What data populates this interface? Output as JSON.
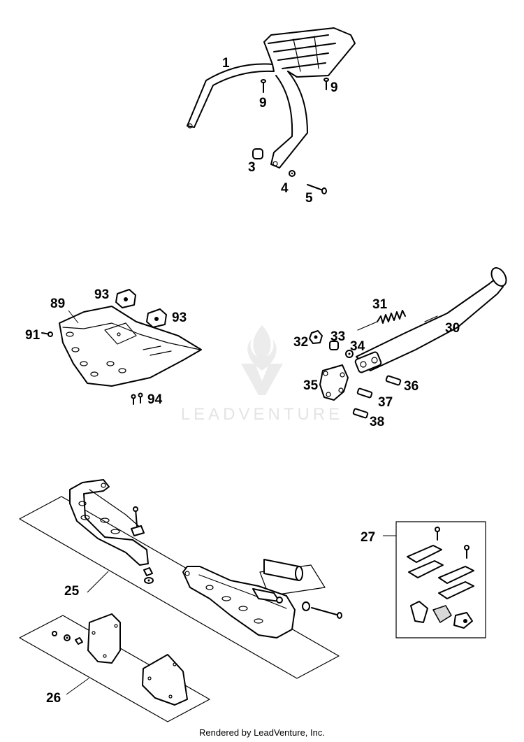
{
  "watermark": {
    "brand": "LEADVENTURE"
  },
  "footer": {
    "text": "Rendered by LeadVenture, Inc."
  },
  "callouts": {
    "c1": "1",
    "c9a": "9",
    "c9b": "9",
    "c3": "3",
    "c4": "4",
    "c5": "5",
    "c89": "89",
    "c93a": "93",
    "c93b": "93",
    "c91": "91",
    "c94": "94",
    "c31": "31",
    "c30": "30",
    "c32": "32",
    "c33": "33",
    "c34": "34",
    "c35": "35",
    "c36": "36",
    "c37": "37",
    "c38": "38",
    "c27": "27",
    "c25": "25",
    "c26": "26"
  }
}
